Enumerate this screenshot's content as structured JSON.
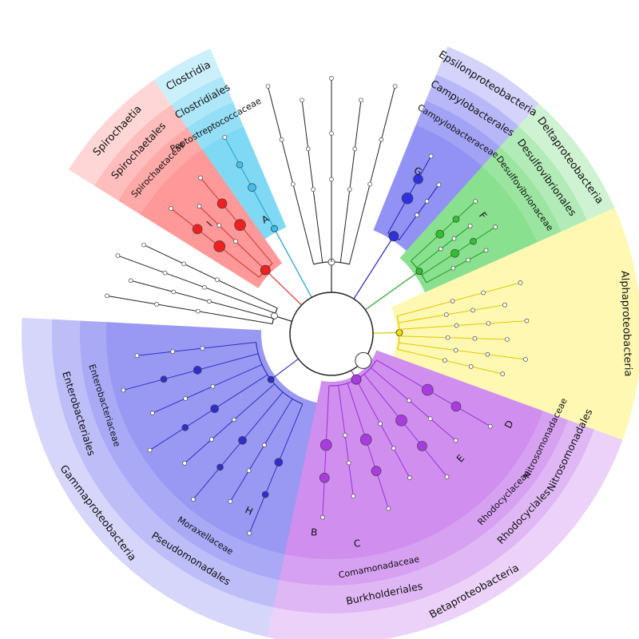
{
  "clades": [
    {
      "id": "alpha",
      "class": "Alphaproteobacteria",
      "color": "#fff59a",
      "orders": [],
      "biomarkers": []
    },
    {
      "id": "beta",
      "class": "Betaproteobacteria",
      "color": "#b44be8",
      "orders": [
        {
          "id": "burk",
          "name": "Burkholderiales",
          "family": "Comamonadaceae"
        },
        {
          "id": "rhodo",
          "name": "Rhodocyclales",
          "family": "Rhodocyclaceae"
        },
        {
          "id": "nitro",
          "name": "Nitrosomonadales",
          "family": "Nitrosomonadaceae"
        }
      ],
      "biomarkers": [
        "B",
        "C",
        "D",
        "E"
      ]
    },
    {
      "id": "gamma",
      "class": "Gammaproteobacteria",
      "color": "#5a5af0",
      "orders": [
        {
          "id": "pseudo",
          "name": "Pseudomonadales",
          "family": "Moraxellaceae"
        },
        {
          "id": "entero",
          "name": "Enterobacteriales",
          "family": "Enterobacteriaceae"
        }
      ],
      "biomarkers": [
        "H"
      ]
    },
    {
      "id": "spiro",
      "class": "Spirochaetia",
      "color": "#ff5c5c",
      "orders": [
        {
          "id": "spirord",
          "name": "Spirochaetales",
          "family": "Spirochaetaceae"
        }
      ],
      "biomarkers": [
        "I"
      ]
    },
    {
      "id": "clost",
      "class": "Clostridia",
      "color": "#33c3f0",
      "orders": [
        {
          "id": "clostord",
          "name": "Clostridiales",
          "family": "Peptostreptococcaceae"
        }
      ],
      "biomarkers": [
        "A"
      ]
    },
    {
      "id": "eps",
      "class": "Epsilonproteobacteria",
      "color": "#5050f0",
      "orders": [
        {
          "id": "campy",
          "name": "Campylobacterales",
          "family": "Campylobacteraceae"
        }
      ],
      "biomarkers": [
        "G"
      ]
    },
    {
      "id": "delta",
      "class": "Deltaproteobacteria",
      "color": "#3fcf4a",
      "orders": [
        {
          "id": "desulfo",
          "name": "Desulfovibrionales",
          "family": "Desulfovibrionaceae"
        }
      ],
      "biomarkers": [
        "F"
      ]
    }
  ]
}
